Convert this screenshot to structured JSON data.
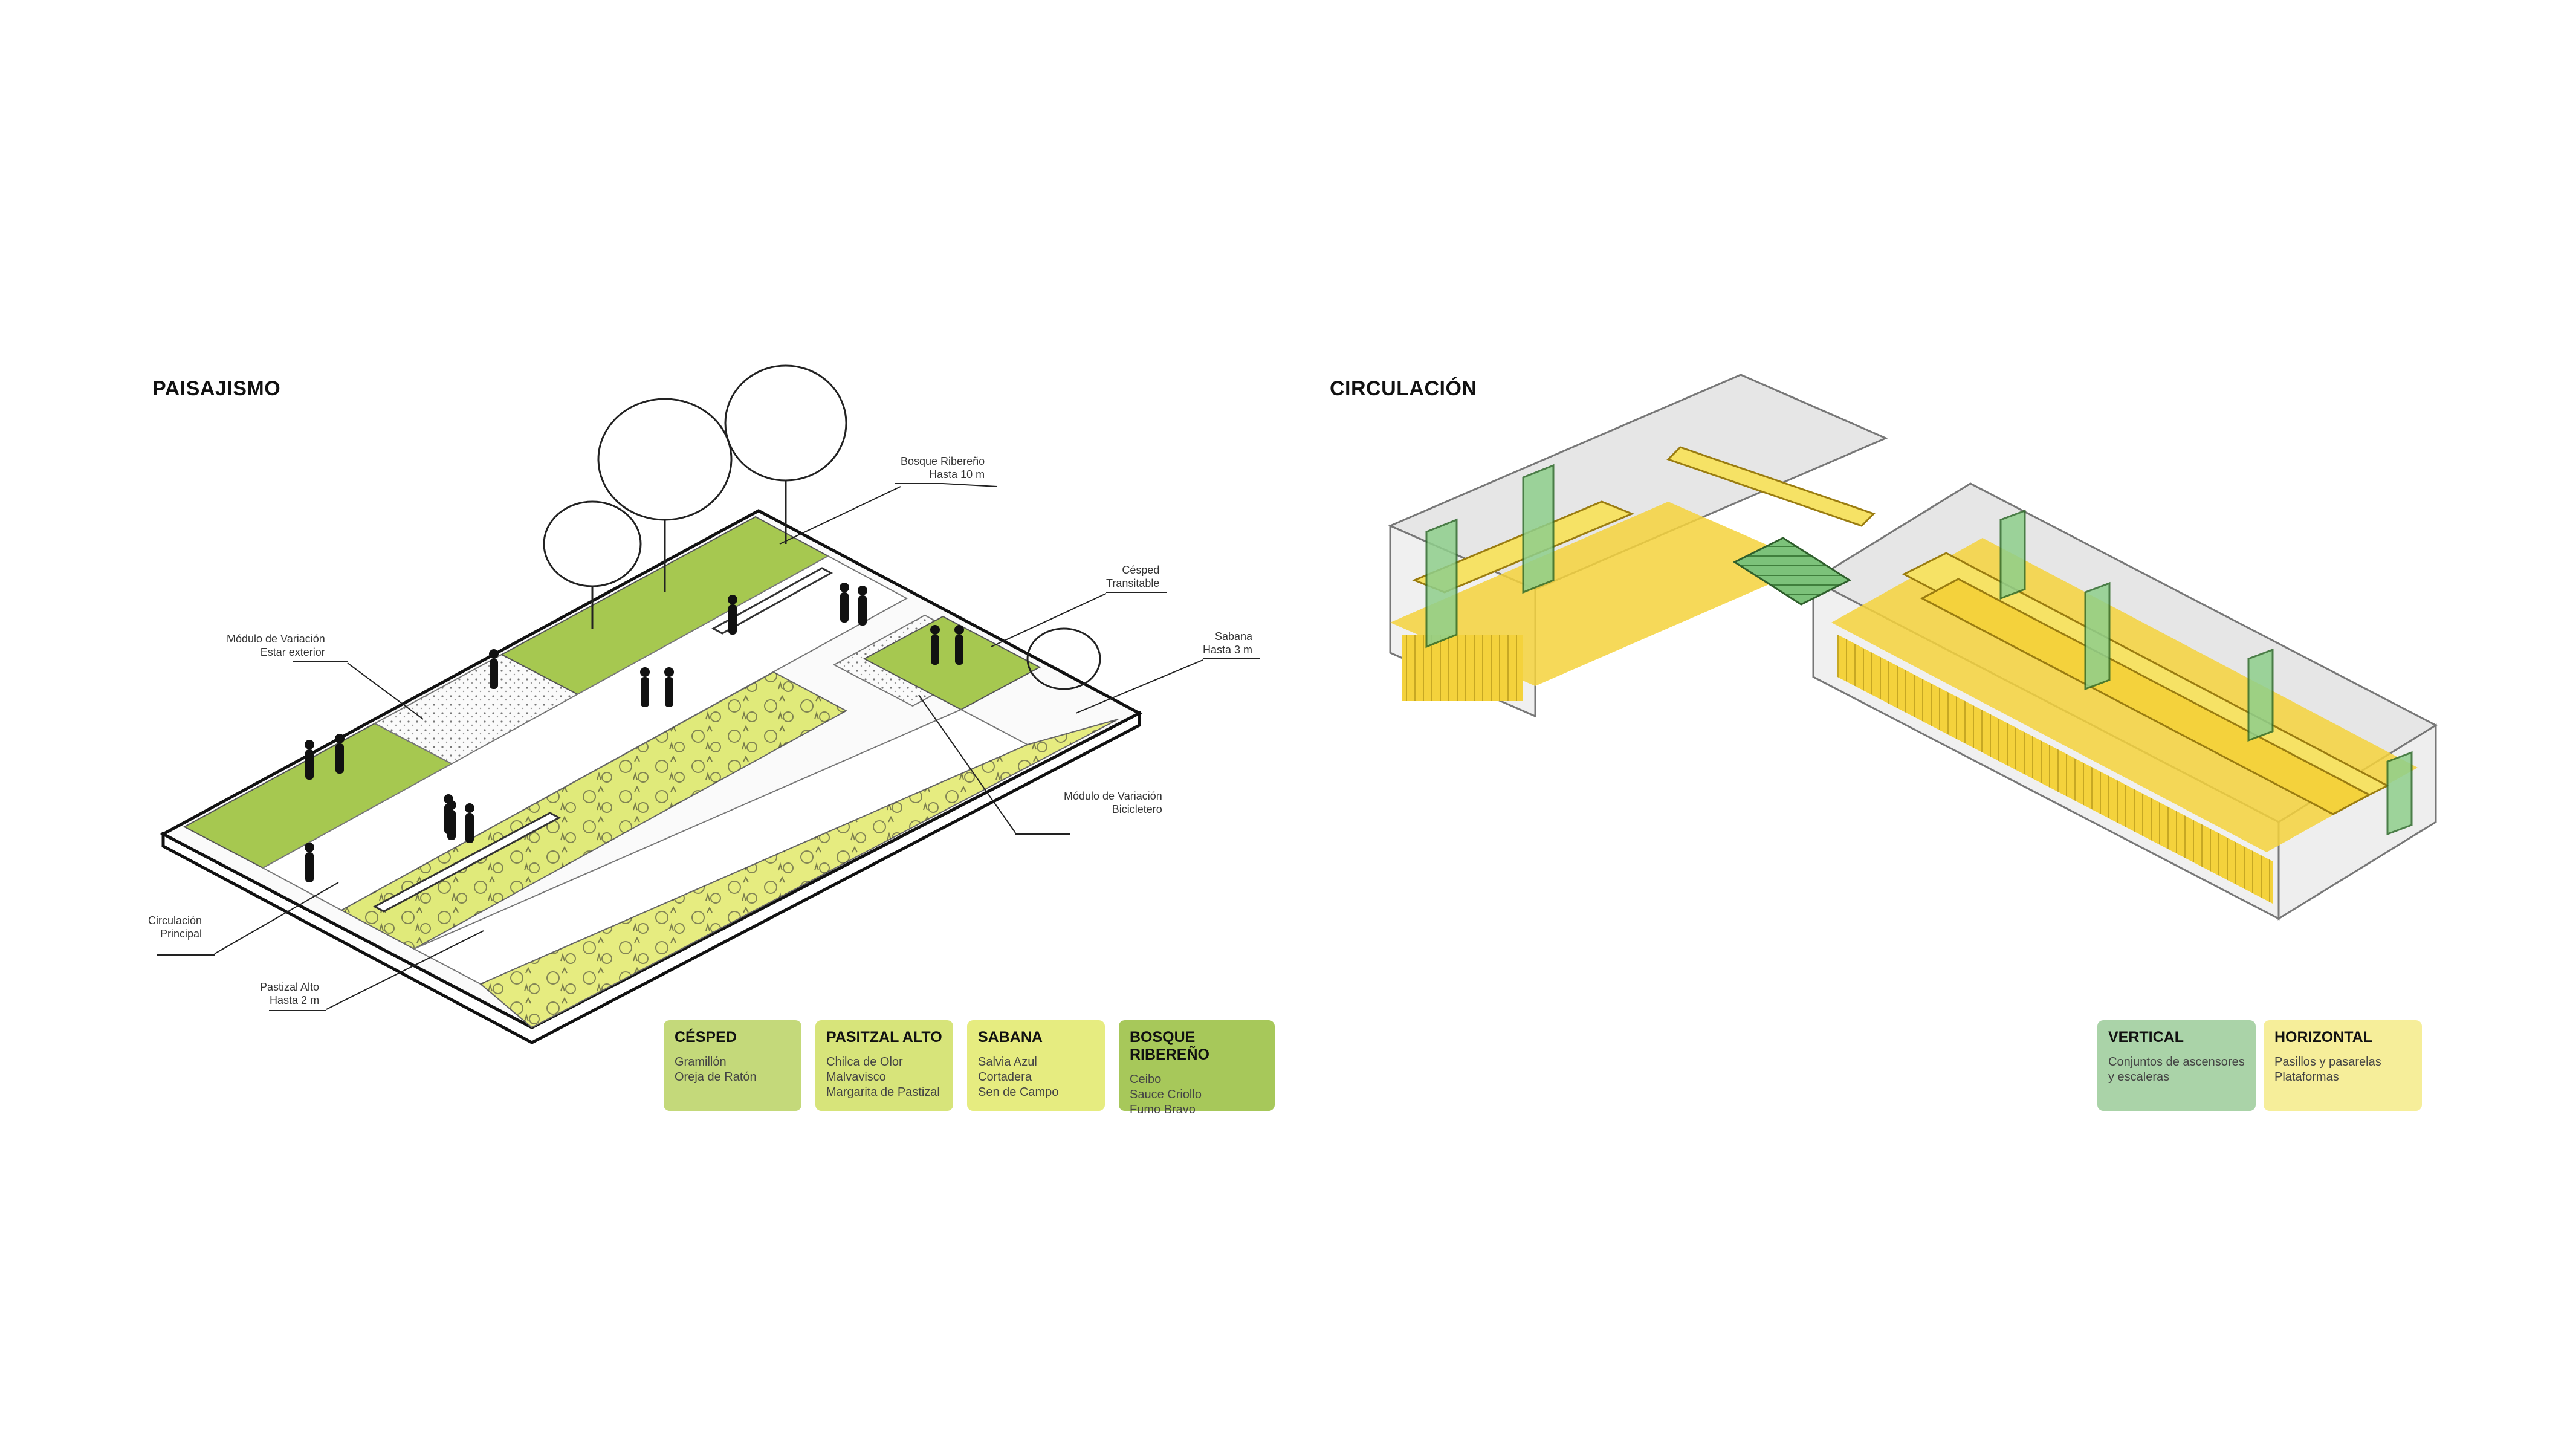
{
  "left": {
    "title": "PAISAJISMO",
    "callouts": [
      {
        "name": "callout-bosque-ribereno",
        "lines": [
          "Bosque Ribereño",
          "Hasta 10 m"
        ]
      },
      {
        "name": "callout-cesped-transitable",
        "lines": [
          "Césped",
          "Transitable"
        ]
      },
      {
        "name": "callout-sabana",
        "lines": [
          "Sabana",
          "Hasta 3 m"
        ]
      },
      {
        "name": "callout-modulo-estar",
        "lines": [
          "Módulo de Variación",
          "Estar exterior"
        ]
      },
      {
        "name": "callout-modulo-bicicletero",
        "lines": [
          "Módulo de Variación",
          "Bicicletero"
        ]
      },
      {
        "name": "callout-circulacion-principal",
        "lines": [
          "Circulación",
          "Principal"
        ]
      },
      {
        "name": "callout-pastizal-alto",
        "lines": [
          "Pastizal Alto",
          "Hasta 2 m"
        ]
      }
    ],
    "legend": [
      {
        "title": "CÉSPED",
        "items": [
          "Gramillón",
          "Oreja de Ratón"
        ],
        "color": "#c4d97a"
      },
      {
        "title": "PASITZAL ALTO",
        "items": [
          "Chilca de Olor",
          "Malvavisco",
          "Margarita de Pastizal"
        ],
        "color": "#d7e47a"
      },
      {
        "title": "SABANA",
        "items": [
          "Salvia Azul",
          "Cortadera",
          "Sen de Campo"
        ],
        "color": "#e6ec80"
      },
      {
        "title": "BOSQUE RIBEREÑO",
        "items": [
          "Ceibo",
          "Sauce Criollo",
          "Fumo Bravo"
        ],
        "color": "#a7c85a"
      }
    ]
  },
  "right": {
    "title": "CIRCULACIÓN",
    "legend": [
      {
        "title": "VERTICAL",
        "items": [
          "Conjuntos de ascensores",
          "y escaleras"
        ],
        "color": "#aad3a8"
      },
      {
        "title": "HORIZONTAL",
        "items": [
          "Pasillos y pasarelas",
          "Plataformas"
        ],
        "color": "#f6ee9a"
      }
    ]
  },
  "colors": {
    "cesped": "#a6c850",
    "pastizal": "#e0ea7a",
    "path": "#ffffff",
    "building_gray": "#d9d9d9",
    "yellow": "#f4d23c",
    "green_glass": "#7cc27a"
  }
}
